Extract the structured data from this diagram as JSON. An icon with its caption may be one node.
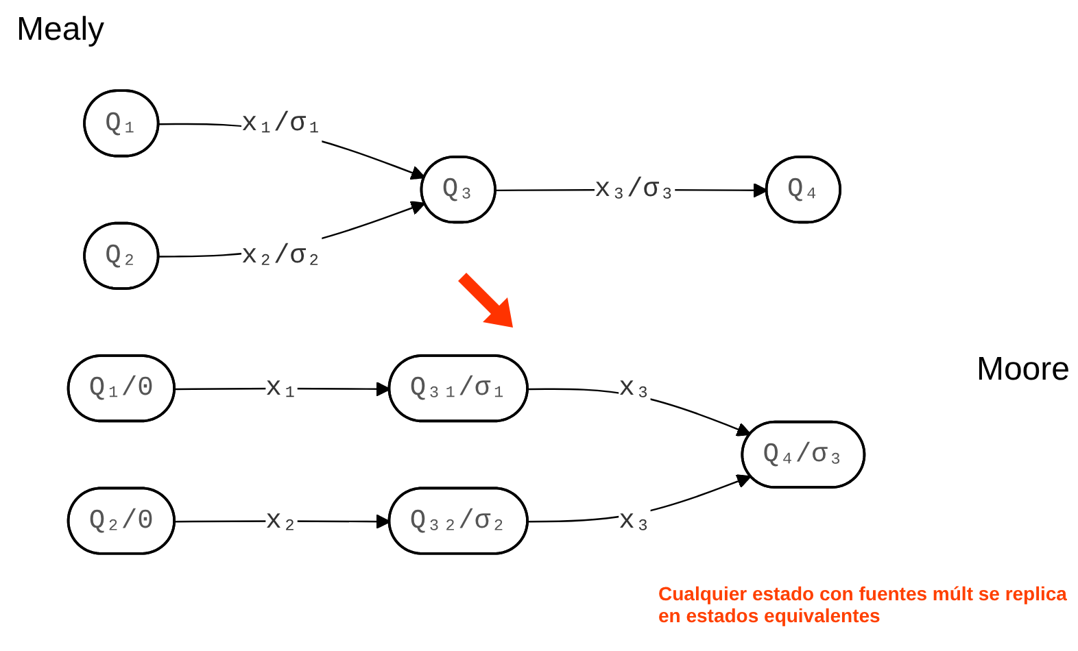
{
  "diagram": {
    "nodes": [
      {
        "text": [
          "Q₁"
        ]
      },
      {
        "text": [
          "Q₂"
        ]
      },
      {
        "text": [
          "Q₃"
        ]
      },
      {
        "text": [
          "Q₄"
        ]
      },
      {
        "text": [
          "Q₁/0"
        ]
      },
      {
        "text": [
          "Q₂/0"
        ]
      },
      {
        "text": [
          "Q₃₁/σ₁"
        ]
      },
      {
        "text": [
          "Q₃₂/σ₂"
        ]
      },
      {
        "text": [
          "Q₄/σ₃"
        ]
      }
    ],
    "edges": [
      {
        "from": 0,
        "to": 2,
        "arrow": "to",
        "label": "x₁/σ₁"
      },
      {
        "from": 1,
        "to": 2,
        "arrow": "to",
        "label": "x₂/σ₂"
      },
      {
        "from": 2,
        "to": 3,
        "arrow": "to",
        "label": "x₃/σ₃"
      },
      {
        "from": 4,
        "to": 6,
        "arrow": "to",
        "label": "x₁"
      },
      {
        "from": 5,
        "to": 7,
        "arrow": "to",
        "label": "x₂"
      },
      {
        "from": 6,
        "to": 8,
        "arrow": "to",
        "label": "x₃"
      },
      {
        "from": 7,
        "to": 8,
        "arrow": "to",
        "label": "x₃"
      }
    ],
    "labels": [
      "Mealy",
      "Moore",
      "Cualquier estado con fuentes múlt se replica en estados equivalentes"
    ]
  }
}
